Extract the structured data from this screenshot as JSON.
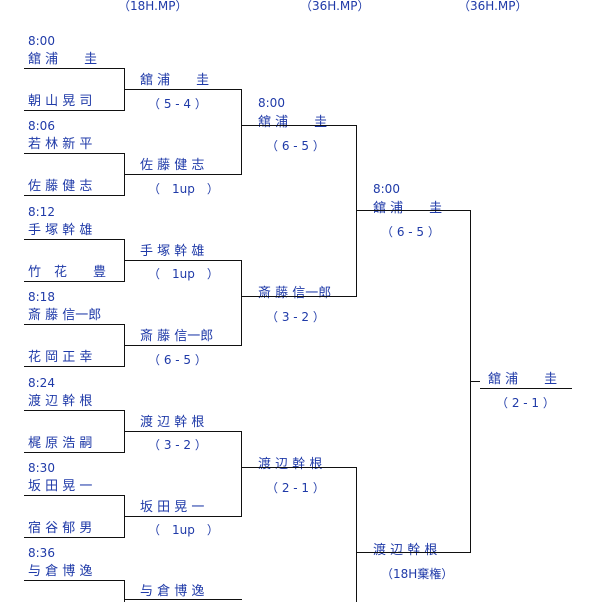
{
  "headers": [
    "（18H.MP）",
    "（36H.MP）",
    "（36H.MP）"
  ],
  "round1": [
    {
      "time": "8:00",
      "top": "舘 浦　　圭",
      "bottom": "朝 山 晃 司"
    },
    {
      "time": "8:06",
      "top": "若 林 新 平",
      "bottom": "佐 藤 健 志"
    },
    {
      "time": "8:12",
      "top": "手 塚 幹 雄",
      "bottom": "竹　花　　豊"
    },
    {
      "time": "8:18",
      "top": "斎 藤 信一郎",
      "bottom": "花 岡 正 幸"
    },
    {
      "time": "8:24",
      "top": "渡 辺 幹 根",
      "bottom": "梶 原 浩 嗣"
    },
    {
      "time": "8:30",
      "top": "坂 田 晃 一",
      "bottom": "宿 谷 郁 男"
    },
    {
      "time": "8:36",
      "top": "与 倉 博 逸",
      "bottom": ""
    }
  ],
  "round2": [
    {
      "winner": "舘 浦　　圭",
      "score": "（ 5 - 4 ）"
    },
    {
      "winner": "佐 藤 健 志",
      "score": "（　1up　）"
    },
    {
      "winner": "手 塚 幹 雄",
      "score": "（　1up　）"
    },
    {
      "winner": "斎 藤 信一郎",
      "score": "（ 6 - 5 ）"
    },
    {
      "winner": "渡 辺 幹 根",
      "score": "（ 3 - 2 ）"
    },
    {
      "winner": "坂 田 晃 一",
      "score": "（　1up　）"
    },
    {
      "winner": "与 倉 博 逸",
      "score": ""
    }
  ],
  "round3": [
    {
      "time": "8:00",
      "winner": "舘 浦　　圭",
      "score": "（ 6 - 5 ）"
    },
    {
      "time": "",
      "winner": "斎 藤 信一郎",
      "score": "（ 3 - 2 ）"
    },
    {
      "time": "",
      "winner": "渡 辺 幹 根",
      "score": "（ 2 - 1 ）"
    }
  ],
  "round4": [
    {
      "time": "8:00",
      "winner": "舘 浦　　圭",
      "score": "（ 6 - 5 ）"
    },
    {
      "time": "",
      "winner": "渡 辺 幹 根",
      "score": "（18H棄権）"
    }
  ],
  "final": {
    "winner": "舘 浦　　圭",
    "score": "（ 2 - 1 ）"
  }
}
